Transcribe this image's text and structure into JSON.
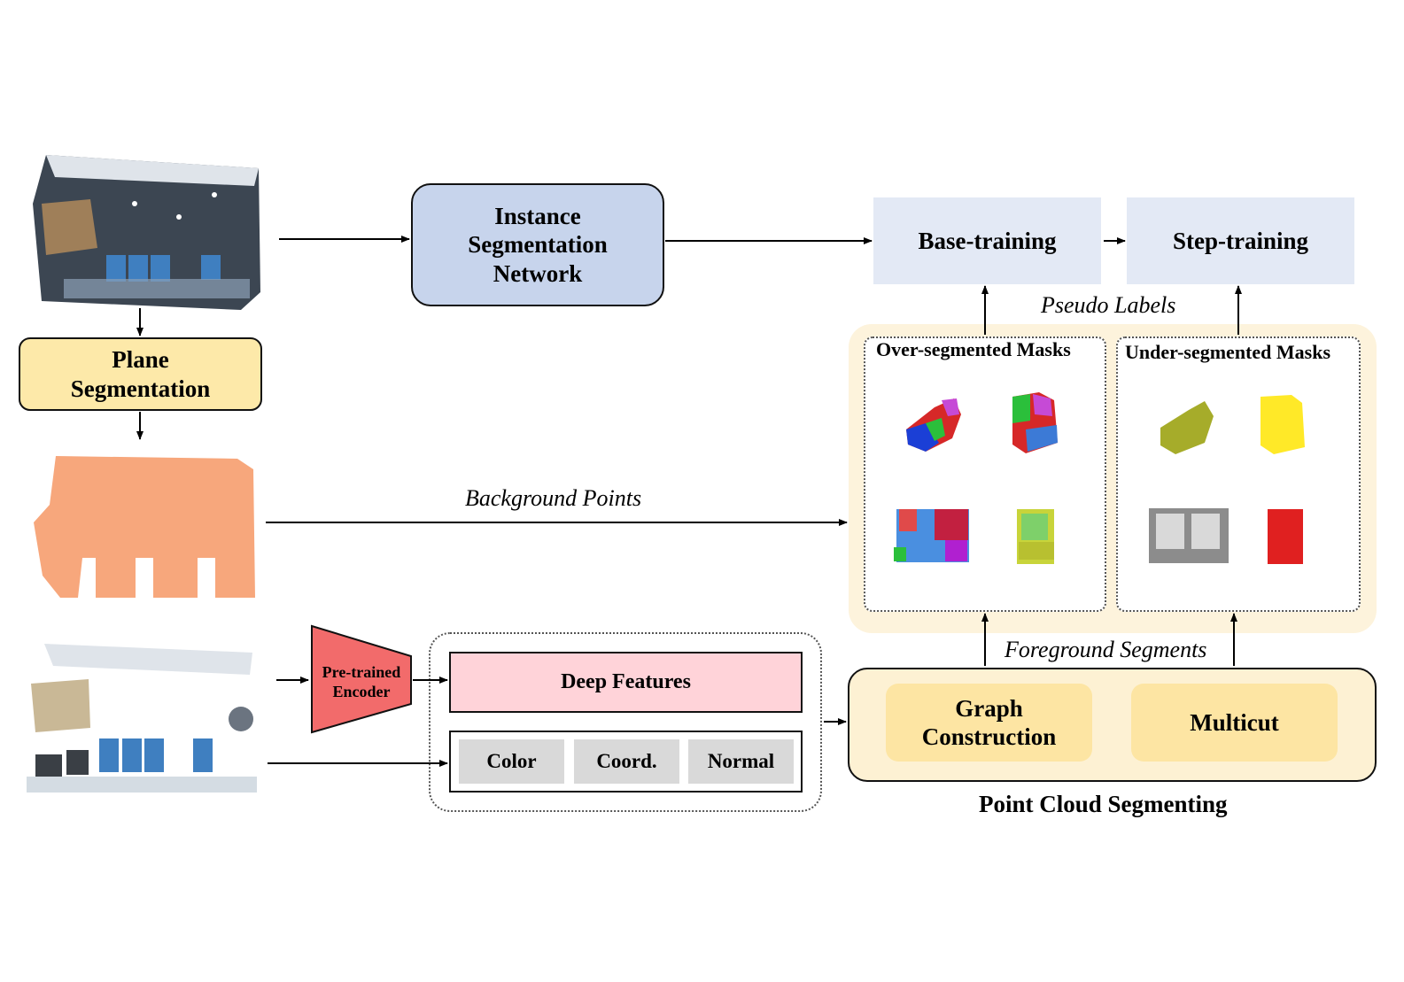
{
  "nodes": {
    "instance_seg": "Instance\nSegmentation\nNetwork",
    "plane_seg": "Plane\nSegmentation",
    "base_training": "Base-training",
    "step_training": "Step-training",
    "encoder": "Pre-trained\nEncoder",
    "deep_features": "Deep Features",
    "color": "Color",
    "coord": "Coord.",
    "normal": "Normal",
    "graph_construction": "Graph\nConstruction",
    "multicut": "Multicut",
    "point_cloud_segmenting": "Point Cloud Segmenting",
    "over_masks": "Over-segmented Masks",
    "under_masks": "Under-segmented Masks"
  },
  "edge_labels": {
    "pseudo_labels": "Pseudo Labels",
    "background_points": "Background Points",
    "foreground_segments": "Foreground Segments"
  },
  "colors": {
    "instance_fill": "#c7d4ec",
    "plane_fill": "#fde9a9",
    "training_fill": "#e3e9f5",
    "encoder_fill": "#f26b6b",
    "deep_features_fill": "#ffd3d9",
    "feature_cell_fill": "#d9d9d9",
    "segmenting_fill": "#fdf1d3",
    "segmenting_inner_fill": "#fde5a3",
    "masks_panel_fill": "#fdf3dc",
    "background_points": "#f7a77c"
  }
}
